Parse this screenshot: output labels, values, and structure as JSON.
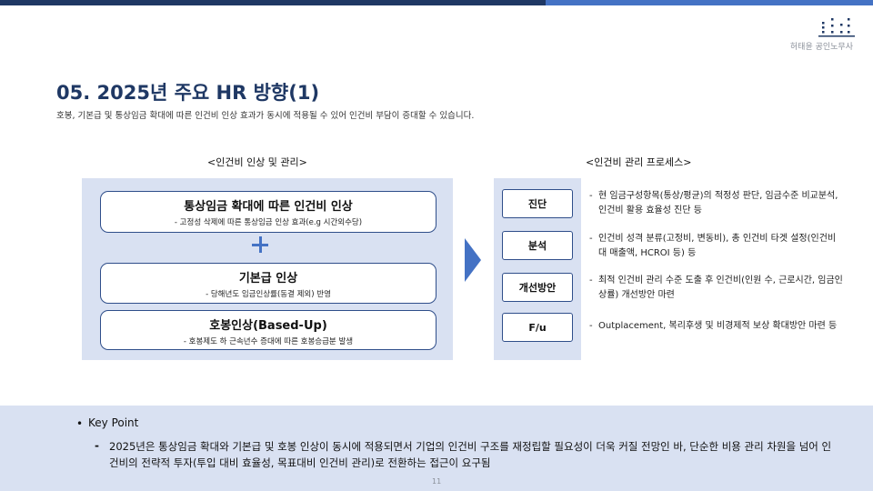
{
  "header": {
    "company": "허태윤 공인노무사",
    "colors": {
      "dark_bar": "#1f3864",
      "light_bar": "#4472c4"
    }
  },
  "title": "05. 2025년 주요 HR 방향(1)",
  "subtitle": "호봉, 기본급 및 통상임금 확대에 따른 인건비 인상 효과가 동시에 적용될 수 있어 인건비 부담이 증대할 수 있습니다.",
  "left": {
    "heading": "<인건비 인상 및 관리>",
    "cards": [
      {
        "title": "통상임금 확대에 따른 인건비 인상",
        "desc": "- 고정성 삭제에 따른 통상임금 인상 효과(e.g 시간외수당)"
      },
      {
        "title": "기본급 인상",
        "desc": "- 당해년도 임금인상률(동결 제외) 반영"
      },
      {
        "title": "호봉인상(Based-Up)",
        "desc": "- 호봉제도 하 근속년수 증대에 따른 호봉승급분 발생"
      }
    ],
    "plus_icon": "plus-icon"
  },
  "right": {
    "heading": "<인건비 관리 프로세스>",
    "steps": [
      {
        "label": "진단",
        "desc": "현 임금구성항목(통상/평균)의 적정성 판단, 임금수준 비교분석, 인건비 활용 효율성 진단 등"
      },
      {
        "label": "분석",
        "desc": "인건비 성격 분류(고정비, 변동비), 총 인건비 타겟 설정(인건비 대 매출액, HCROI 등) 등"
      },
      {
        "label": "개선방안",
        "desc": "최적 인건비 관리 수준 도출 후 인건비(인원 수, 근로시간, 임금인상률) 개선방안 마련"
      },
      {
        "label": "F/u",
        "desc": "Outplacement, 복리후생 및 비경제적 보상 확대방안 마련 등"
      }
    ]
  },
  "key_point": {
    "bullet": "•",
    "title": "Key Point",
    "dash": "-",
    "text": "2025년은 통상임금 확대와 기본급 및 호봉 인상이 동시에 적용되면서 기업의 인건비 구조를 재정립할 필요성이 더욱 커질 전망인 바, 단순한 비용 관리 차원을 넘어 인건비의 전략적 투자(투입 대비 효율성, 목표대비 인건비 관리)로 전환하는 접근이 요구됨"
  },
  "page_number": "11"
}
